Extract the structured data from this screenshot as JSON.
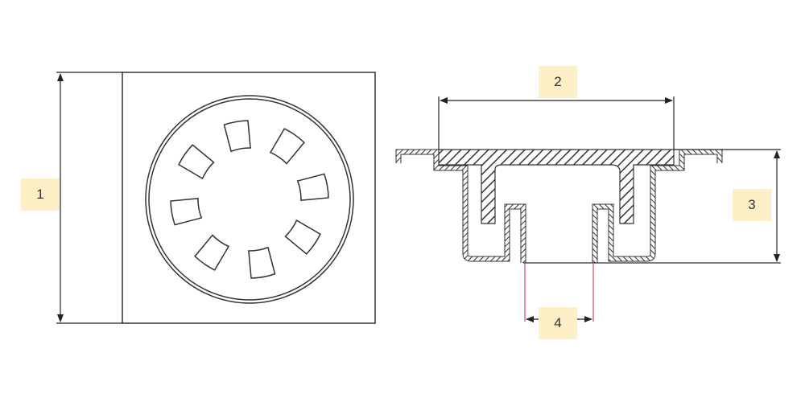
{
  "labels": {
    "dim1": "1",
    "dim2": "2",
    "dim3": "3",
    "dim4": "4"
  },
  "colors": {
    "line": "#333333",
    "label_bg": "#fdefc6",
    "highlight": "#e0475f"
  }
}
